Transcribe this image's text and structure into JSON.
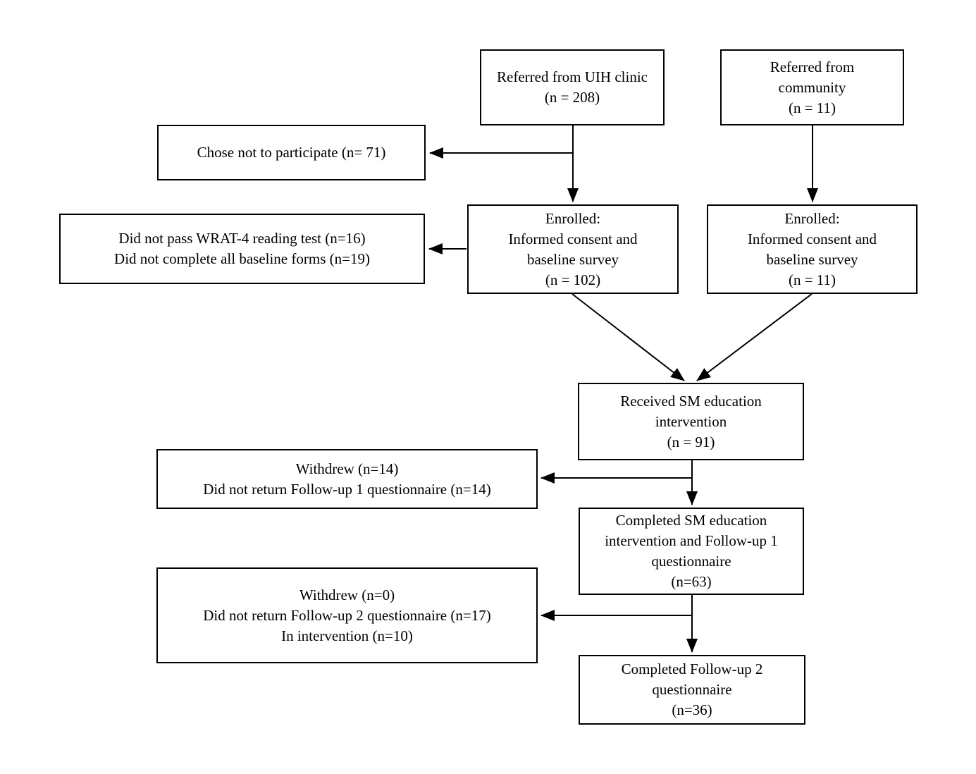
{
  "figure": {
    "background_color": "#ffffff",
    "line_color": "#000000",
    "text_color": "#000000",
    "type": "participant-flow-diagram"
  },
  "nodes": {
    "referred_uih": {
      "lines": [
        "Referred from UIH clinic",
        "(n = 208)"
      ]
    },
    "referred_community": {
      "lines": [
        "Referred from",
        "community",
        "(n = 11)"
      ]
    },
    "chose_not_participate": {
      "lines": [
        "Chose not to participate (n= 71)"
      ]
    },
    "did_not_pass": {
      "lines": [
        "Did not pass WRAT-4 reading test (n=16)",
        "Did not complete all baseline forms (n=19)"
      ]
    },
    "enrolled_clinic": {
      "lines": [
        "Enrolled:",
        "Informed consent and",
        "baseline survey",
        "(n = 102)"
      ]
    },
    "enrolled_community": {
      "lines": [
        "Enrolled:",
        "Informed consent and",
        "baseline survey",
        "(n = 11)"
      ]
    },
    "received_sm": {
      "lines": [
        "Received SM education",
        "intervention",
        "(n = 91)"
      ]
    },
    "withdrew_fu1": {
      "lines": [
        "Withdrew (n=14)",
        "Did not return Follow-up 1 questionnaire (n=14)"
      ]
    },
    "completed_sm": {
      "lines": [
        "Completed SM education",
        "intervention and Follow-up 1",
        "questionnaire",
        "(n=63)"
      ]
    },
    "withdrew_fu2": {
      "lines": [
        "Withdrew (n=0)",
        "Did not return Follow-up 2 questionnaire (n=17)",
        "In intervention (n=10)"
      ]
    },
    "completed_fu2": {
      "lines": [
        "Completed Follow-up 2",
        "questionnaire",
        "(n=36)"
      ]
    }
  },
  "edges": [
    {
      "from": "referred_uih",
      "to": "enrolled_clinic",
      "type": "arrow"
    },
    {
      "from": "referred_uih",
      "to": "chose_not_participate",
      "type": "arrow"
    },
    {
      "from": "referred_community",
      "to": "enrolled_community",
      "type": "arrow"
    },
    {
      "from": "enrolled_clinic",
      "to": "did_not_pass",
      "type": "arrow"
    },
    {
      "from": "enrolled_clinic",
      "to": "received_sm",
      "type": "arrow"
    },
    {
      "from": "enrolled_community",
      "to": "received_sm",
      "type": "arrow"
    },
    {
      "from": "received_sm",
      "to": "withdrew_fu1",
      "type": "arrow"
    },
    {
      "from": "received_sm",
      "to": "completed_sm",
      "type": "arrow"
    },
    {
      "from": "completed_sm",
      "to": "withdrew_fu2",
      "type": "arrow"
    },
    {
      "from": "completed_sm",
      "to": "completed_fu2",
      "type": "arrow"
    }
  ]
}
